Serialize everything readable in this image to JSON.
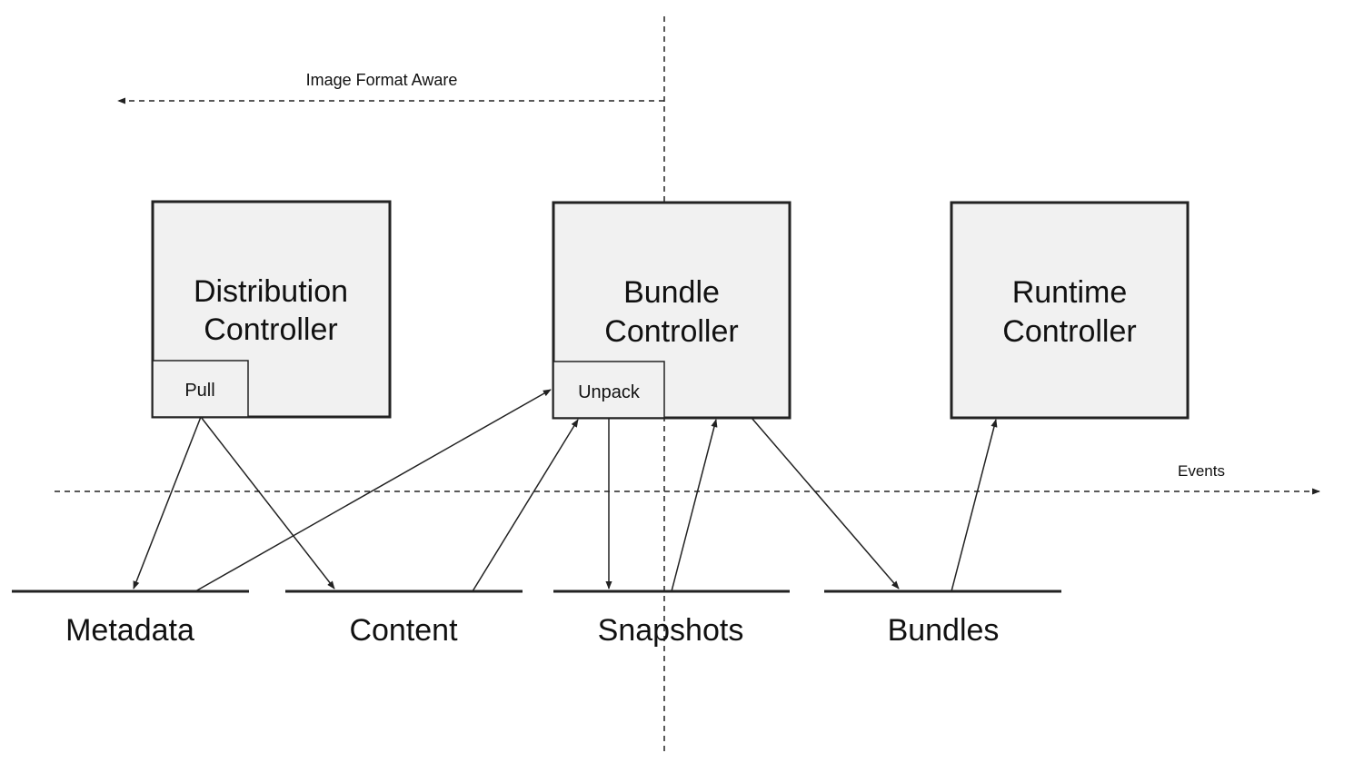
{
  "labels": {
    "image_format_aware": "Image Format Aware",
    "events": "Events"
  },
  "controllers": {
    "distribution": {
      "line1": "Distribution",
      "line2": "Controller",
      "sub": "Pull"
    },
    "bundle": {
      "line1": "Bundle",
      "line2": "Controller",
      "sub": "Unpack"
    },
    "runtime": {
      "line1": "Runtime",
      "line2": "Controller"
    }
  },
  "stores": {
    "metadata": "Metadata",
    "content": "Content",
    "snapshots": "Snapshots",
    "bundles": "Bundles"
  }
}
